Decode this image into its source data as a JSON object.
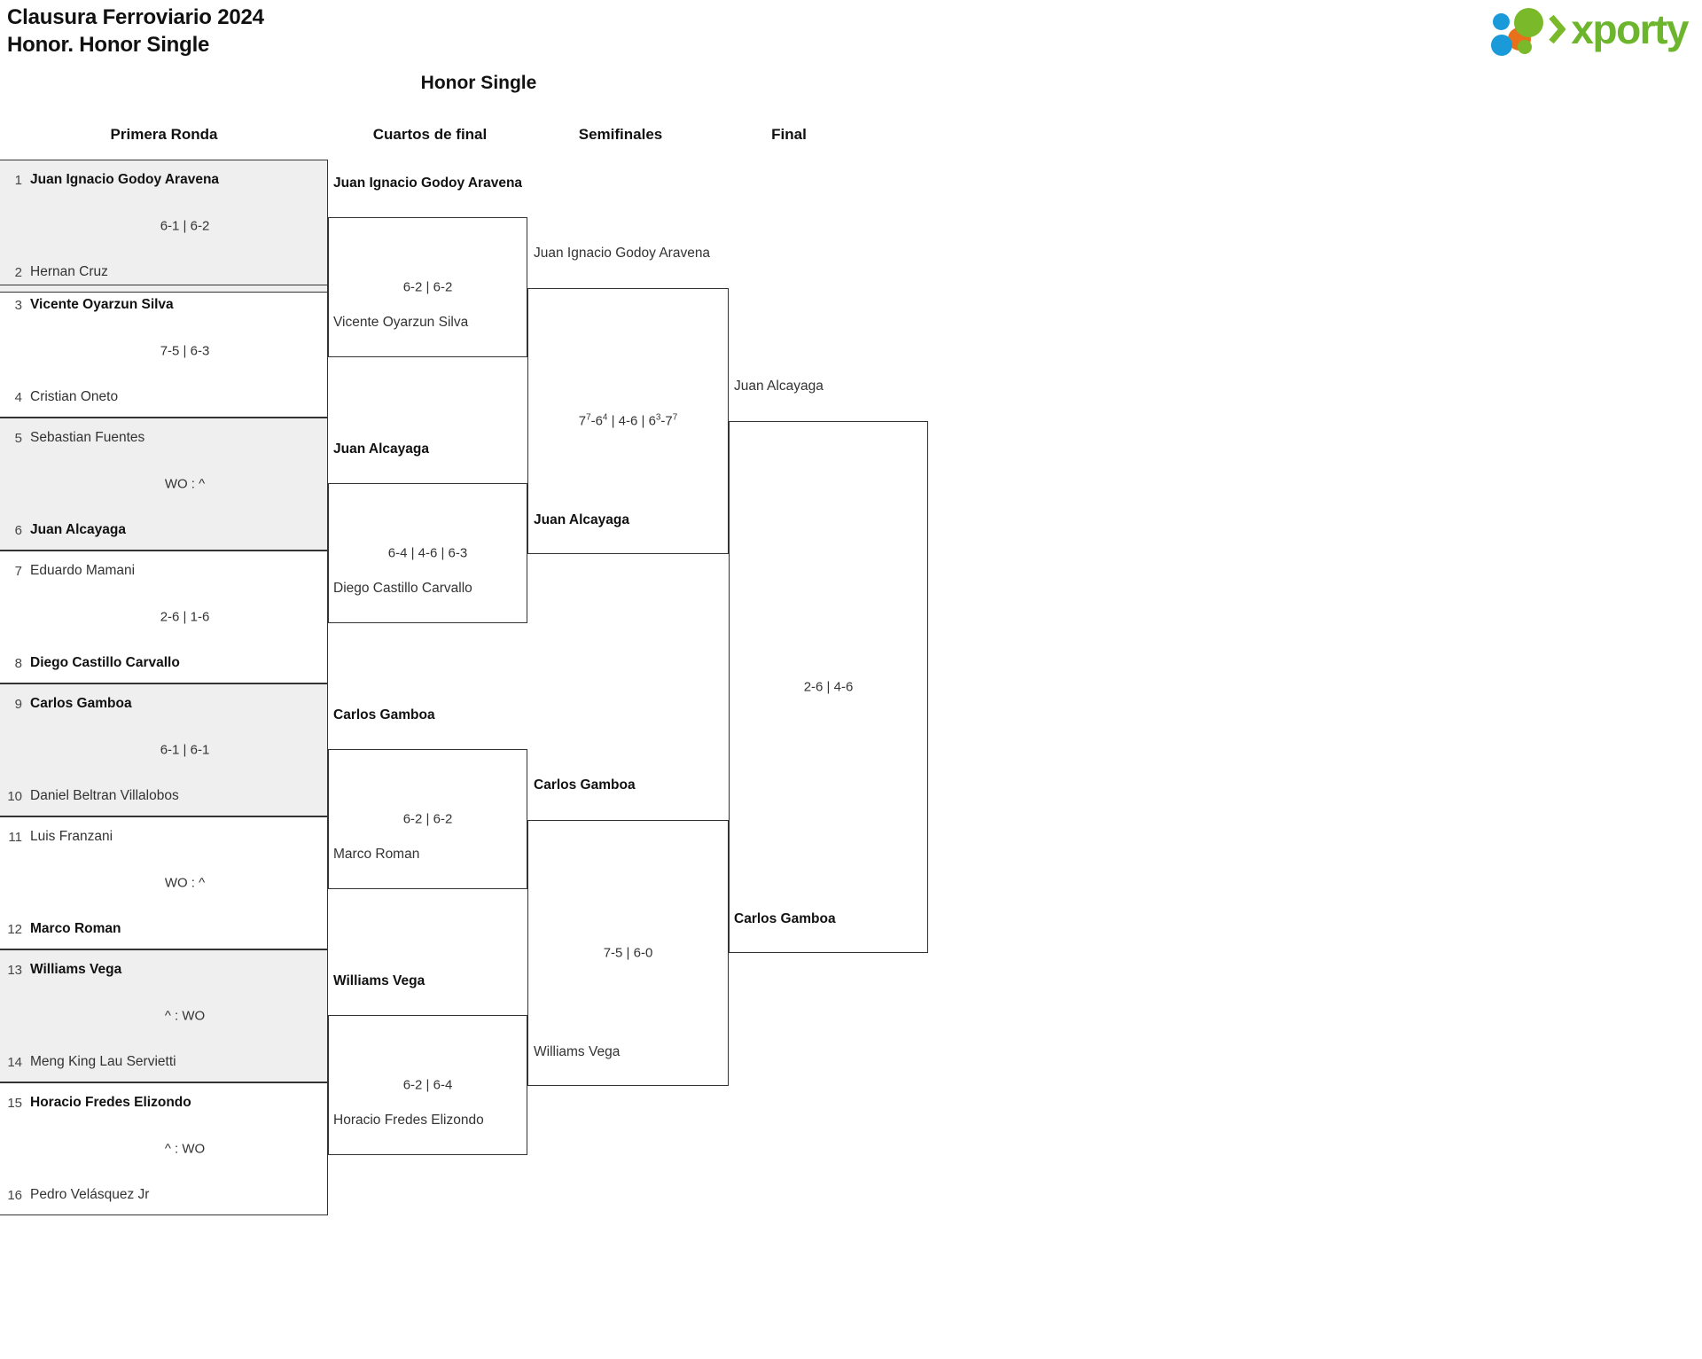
{
  "header": {
    "tournament_title": "Clausura Ferroviario 2024\nHonor. Honor Single",
    "brand_name": "xporty",
    "brand_colors": {
      "green": "#6cb52d",
      "blue": "#1a9ad8",
      "orange": "#e8701a"
    }
  },
  "bracket_title": "Honor Single",
  "rounds": [
    {
      "id": "r1",
      "label": "Primera Ronda"
    },
    {
      "id": "qf",
      "label": "Cuartos de final"
    },
    {
      "id": "sf",
      "label": "Semifinales"
    },
    {
      "id": "f",
      "label": "Final"
    }
  ],
  "round1": {
    "matches": [
      {
        "shaded": true,
        "top": {
          "seed": "1",
          "name": "Juan Ignacio Godoy Aravena",
          "winner": true
        },
        "bot": {
          "seed": "2",
          "name": "Hernan Cruz",
          "winner": false
        },
        "score": "6-1 | 6-2"
      },
      {
        "shaded": false,
        "top": {
          "seed": "3",
          "name": "Vicente Oyarzun Silva",
          "winner": true
        },
        "bot": {
          "seed": "4",
          "name": "Cristian Oneto",
          "winner": false
        },
        "score": "7-5 | 6-3"
      },
      {
        "shaded": true,
        "top": {
          "seed": "5",
          "name": "Sebastian Fuentes",
          "winner": false
        },
        "bot": {
          "seed": "6",
          "name": "Juan Alcayaga",
          "winner": true
        },
        "score": "WO : ^"
      },
      {
        "shaded": false,
        "top": {
          "seed": "7",
          "name": "Eduardo Mamani",
          "winner": false
        },
        "bot": {
          "seed": "8",
          "name": "Diego Castillo Carvallo",
          "winner": true
        },
        "score": "2-6 | 1-6"
      },
      {
        "shaded": true,
        "top": {
          "seed": "9",
          "name": "Carlos Gamboa",
          "winner": true
        },
        "bot": {
          "seed": "10",
          "name": "Daniel Beltran Villalobos",
          "winner": false
        },
        "score": "6-1 | 6-1"
      },
      {
        "shaded": false,
        "top": {
          "seed": "11",
          "name": "Luis Franzani",
          "winner": false
        },
        "bot": {
          "seed": "12",
          "name": "Marco Roman",
          "winner": true
        },
        "score": "WO : ^"
      },
      {
        "shaded": true,
        "top": {
          "seed": "13",
          "name": "Williams Vega",
          "winner": true
        },
        "bot": {
          "seed": "14",
          "name": "Meng King Lau Servietti",
          "winner": false
        },
        "score": "^ : WO"
      },
      {
        "shaded": false,
        "top": {
          "seed": "15",
          "name": "Horacio Fredes Elizondo",
          "winner": true
        },
        "bot": {
          "seed": "16",
          "name": "Pedro Velásquez Jr",
          "winner": false
        },
        "score": "^ : WO"
      }
    ]
  },
  "quarterfinals": {
    "matches": [
      {
        "top": {
          "name": "Juan Ignacio Godoy Aravena",
          "winner": true
        },
        "bot": {
          "name": "Vicente Oyarzun Silva",
          "winner": false
        },
        "score": "6-2 | 6-2"
      },
      {
        "top": {
          "name": "Juan Alcayaga",
          "winner": true
        },
        "bot": {
          "name": "Diego Castillo Carvallo",
          "winner": false
        },
        "score": "6-4 | 4-6 | 6-3"
      },
      {
        "top": {
          "name": "Carlos Gamboa",
          "winner": true
        },
        "bot": {
          "name": "Marco Roman",
          "winner": false
        },
        "score": "6-2 | 6-2"
      },
      {
        "top": {
          "name": "Williams Vega",
          "winner": true
        },
        "bot": {
          "name": "Horacio Fredes Elizondo",
          "winner": false
        },
        "score": "6-2 | 6-4"
      }
    ]
  },
  "semifinals": {
    "matches": [
      {
        "top": {
          "name": "Juan Ignacio Godoy Aravena",
          "winner": false
        },
        "bot": {
          "name": "Juan Alcayaga",
          "winner": true
        },
        "score_html": "7<sup>7</sup>-6<sup>4</sup> | 4-6 | 6<sup>3</sup>-7<sup>7</sup>",
        "score_text": "77-64 | 4-6 | 63-77"
      },
      {
        "top": {
          "name": "Carlos Gamboa",
          "winner": true
        },
        "bot": {
          "name": "Williams Vega",
          "winner": false
        },
        "score_html": "7-5 | 6-0",
        "score_text": "7-5 | 6-0"
      }
    ]
  },
  "final": {
    "match": {
      "top": {
        "name": "Juan Alcayaga",
        "winner": false
      },
      "bot": {
        "name": "Carlos Gamboa",
        "winner": true
      },
      "score": "2-6 | 4-6"
    }
  }
}
